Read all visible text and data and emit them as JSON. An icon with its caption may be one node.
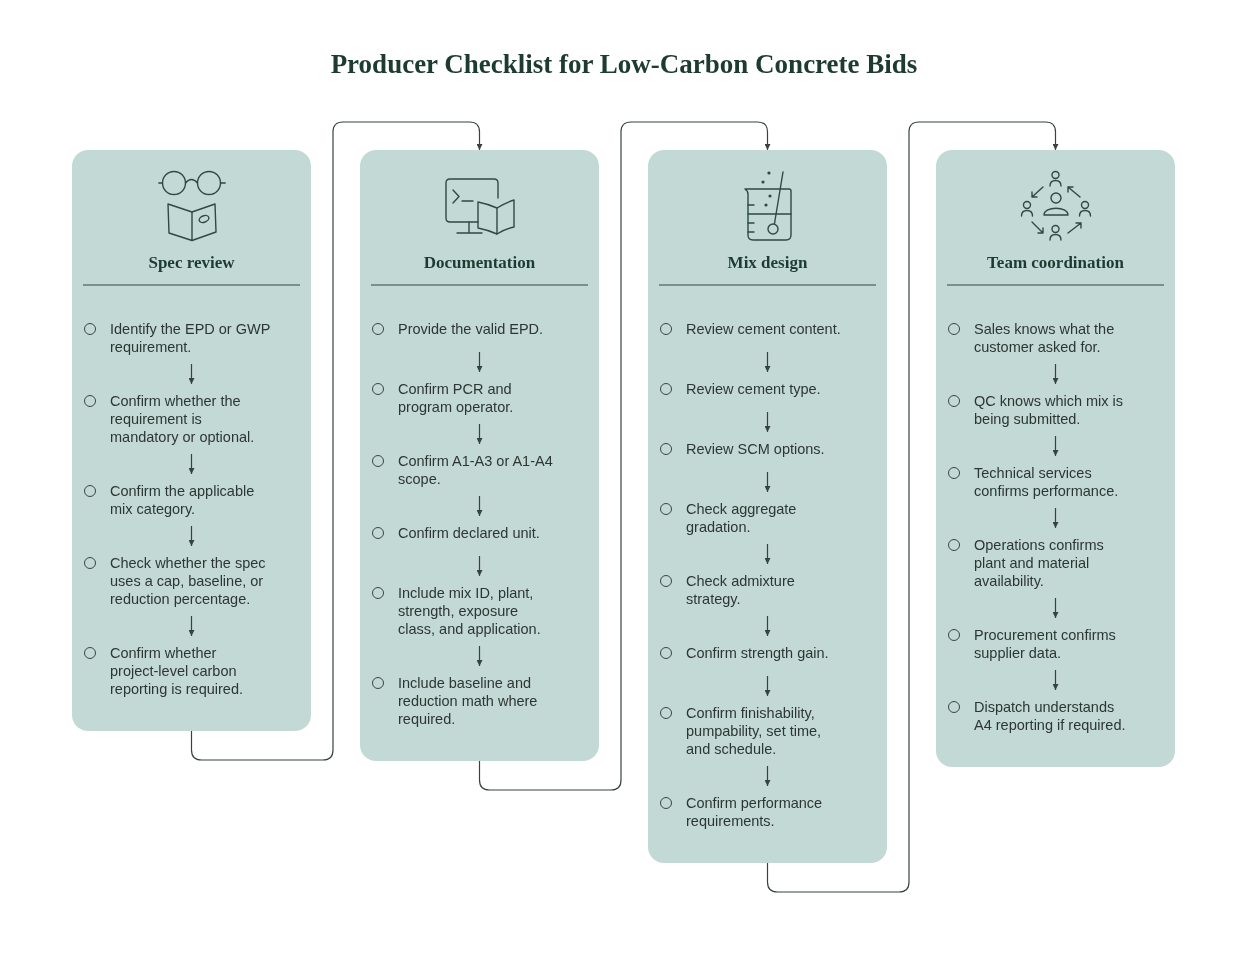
{
  "diagram": {
    "title": "Producer Checklist for Low-Carbon Concrete Bids",
    "nodes": [
      {
        "text": [
          "Spec review"
        ]
      },
      {
        "text": [
          "Identify the EPD or GWP requirement."
        ],
        "in": 0
      },
      {
        "text": [
          "Confirm whether the requirement is mandatory or optional."
        ],
        "in": 0
      },
      {
        "text": [
          "Confirm the applicable mix category."
        ],
        "in": 0
      },
      {
        "text": [
          "Check whether the spec uses a cap, baseline, or reduction percentage."
        ],
        "in": 0
      },
      {
        "text": [
          "Confirm whether project-level carbon reporting is required."
        ],
        "in": 0
      },
      {
        "text": [
          "Documentation"
        ]
      },
      {
        "text": [
          "Provide the valid EPD."
        ],
        "in": 6
      },
      {
        "text": [
          "Confirm PCR and program operator."
        ],
        "in": 6
      },
      {
        "text": [
          "Confirm A1-A3 or A1-A4 scope."
        ],
        "in": 6
      },
      {
        "text": [
          "Confirm declared unit."
        ],
        "in": 6
      },
      {
        "text": [
          "Include mix ID, plant, strength, exposure class, and application."
        ],
        "in": 6
      },
      {
        "text": [
          "Include baseline and reduction math where required."
        ],
        "in": 6
      },
      {
        "text": [
          "Mix design"
        ]
      },
      {
        "text": [
          "Review cement content."
        ],
        "in": 13
      },
      {
        "text": [
          "Review cement type."
        ],
        "in": 13
      },
      {
        "text": [
          "Review SCM options."
        ],
        "in": 13
      },
      {
        "text": [
          "Check aggregate gradation."
        ],
        "in": 13
      },
      {
        "text": [
          "Check admixture strategy."
        ],
        "in": 13
      },
      {
        "text": [
          "Confirm strength gain."
        ],
        "in": 13
      },
      {
        "text": [
          "Confirm finishability, pumpability, set time, and schedule."
        ],
        "in": 13
      },
      {
        "text": [
          "Confirm performance requirements."
        ],
        "in": 13
      },
      {
        "text": [
          "Team coordination"
        ]
      },
      {
        "text": [
          "Sales knows what the customer asked for."
        ],
        "in": 22
      },
      {
        "text": [
          "QC knows which mix is being submitted."
        ],
        "in": 22
      },
      {
        "text": [
          "Technical services confirms performance."
        ],
        "in": 22
      },
      {
        "text": [
          "Operations confirms plant and material availability."
        ],
        "in": 22
      },
      {
        "text": [
          "Procurement confirms supplier data."
        ],
        "in": 22
      },
      {
        "text": [
          "Dispatch understands A4 reporting if required."
        ],
        "in": 22
      }
    ],
    "edges": [
      {
        "from": 1,
        "to": 2,
        "arrow": "to"
      },
      {
        "from": 2,
        "to": 3,
        "arrow": "to"
      },
      {
        "from": 3,
        "to": 4,
        "arrow": "to"
      },
      {
        "from": 4,
        "to": 5,
        "arrow": "to"
      },
      {
        "from": 0,
        "to": 6,
        "arrow": "to"
      },
      {
        "from": 7,
        "to": 8,
        "arrow": "to"
      },
      {
        "from": 8,
        "to": 9,
        "arrow": "to"
      },
      {
        "from": 9,
        "to": 10,
        "arrow": "to"
      },
      {
        "from": 10,
        "to": 11,
        "arrow": "to"
      },
      {
        "from": 11,
        "to": 12,
        "arrow": "to"
      },
      {
        "from": 6,
        "to": 13,
        "arrow": "to"
      },
      {
        "from": 14,
        "to": 15,
        "arrow": "to"
      },
      {
        "from": 15,
        "to": 16,
        "arrow": "to"
      },
      {
        "from": 16,
        "to": 17,
        "arrow": "to"
      },
      {
        "from": 17,
        "to": 18,
        "arrow": "to"
      },
      {
        "from": 18,
        "to": 19,
        "arrow": "to"
      },
      {
        "from": 19,
        "to": 20,
        "arrow": "to"
      },
      {
        "from": 20,
        "to": 21,
        "arrow": "to"
      },
      {
        "from": 13,
        "to": 22,
        "arrow": "to"
      },
      {
        "from": 23,
        "to": 24,
        "arrow": "to"
      },
      {
        "from": 24,
        "to": 25,
        "arrow": "to"
      },
      {
        "from": 25,
        "to": 26,
        "arrow": "to"
      },
      {
        "from": 26,
        "to": 27,
        "arrow": "to"
      },
      {
        "from": 27,
        "to": 28,
        "arrow": "to"
      }
    ]
  }
}
